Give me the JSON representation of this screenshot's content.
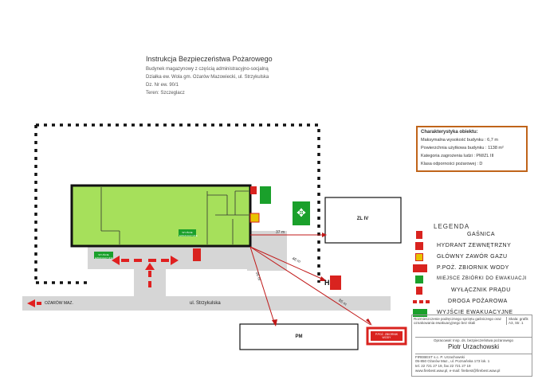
{
  "header": {
    "title": "Instrukcja Bezpieczeństwa Pożarowego",
    "lines": [
      "Budynek magazynowy z częścią administracyjno-socjalną",
      "Działka ew. Wola gm. Ożarów Mazowiecki, ul. Strzykulska",
      "Dz. Nr ew. 90/1",
      "Teren: Szczeglacz"
    ]
  },
  "characteristics": {
    "title": "Charakterystyka obiektu:",
    "rows": [
      "Maksymalna wysokość budynku : 6,7 m",
      "Powierzchnia użytkowa budynku : 1138 m²",
      "Kategoria zagrożenia ludzi : PM/ZL III",
      "Klasa odporności pożarowej : D"
    ]
  },
  "map": {
    "building_zl": "ZL IV",
    "building_pm": "PM",
    "street_label": "ul. Strzykulska",
    "direction_label": "OŻARÓW MAZ.",
    "dist_right": "37 m",
    "dist_zl": "46 m",
    "dist_pm": "56 m",
    "dist_low": "85 m",
    "sign_left": "WYJŚCIE EWAKUACYJNE",
    "sign_center": "WYJŚCIE EWAKUACYJNE",
    "sign_zbiornik": "P.POŻ. ZBIORNIK WODY"
  },
  "legend": {
    "title": "LEGENDA",
    "items": [
      {
        "label": "GAŚNICA",
        "icon": "extinguisher-icon",
        "color": "#d9231f"
      },
      {
        "label": "HYDRANT ZEWNĘTRZNY",
        "icon": "hydrant-icon",
        "color": "#d9231f"
      },
      {
        "label": "GŁÓWNY ZAWÓR GAZU",
        "icon": "gas-valve-icon",
        "color": "#e8c400"
      },
      {
        "label": "P.POŻ. ZBIORNIK WODY",
        "icon": "water-tank-icon",
        "color": "#d9231f"
      },
      {
        "label": "MIEJSCE ZBIÓRKI DO EWAKUACJI",
        "icon": "assembly-point-icon",
        "color": "#1aa02b"
      },
      {
        "label": "WYŁĄCZNIK PRĄDU",
        "icon": "power-switch-icon",
        "color": "#d9231f"
      },
      {
        "label": "DROGA POŻAROWA",
        "icon": "fire-road-icon",
        "color": "#d9231f"
      },
      {
        "label": "WYJŚCIE EWAKUACYJNE",
        "icon": "exit-icon",
        "color": "#1aa02b"
      }
    ],
    "footer_left": "Rozmieszczenie podręcznego sprzętu gaśniczego oraz oznakowania ewakuacyjnego bez skali",
    "footer_right": "Skala: grafik A3, Str. 1",
    "author_label": "Opracował: Insp. ds. bezpieczeństwa pożarowego",
    "author_name": "Piotr Urzachowski",
    "company_lines": [
      "FIREBEST s.c. P. Urzachowski",
      "05-850 Ożarów Maz., ul. Poznańska 173 lok. 1",
      "tel. 22 721 27 19, fax 22 721 27 19",
      "www.firebest.waw.pl, e-mail: firebest@firebest.waw.pl"
    ]
  },
  "colors": {
    "building_fill": "#a6e05b",
    "wall": "#111111",
    "road": "#d9d9d9",
    "fire_route": "#e02020",
    "frame": "#c0641a"
  }
}
